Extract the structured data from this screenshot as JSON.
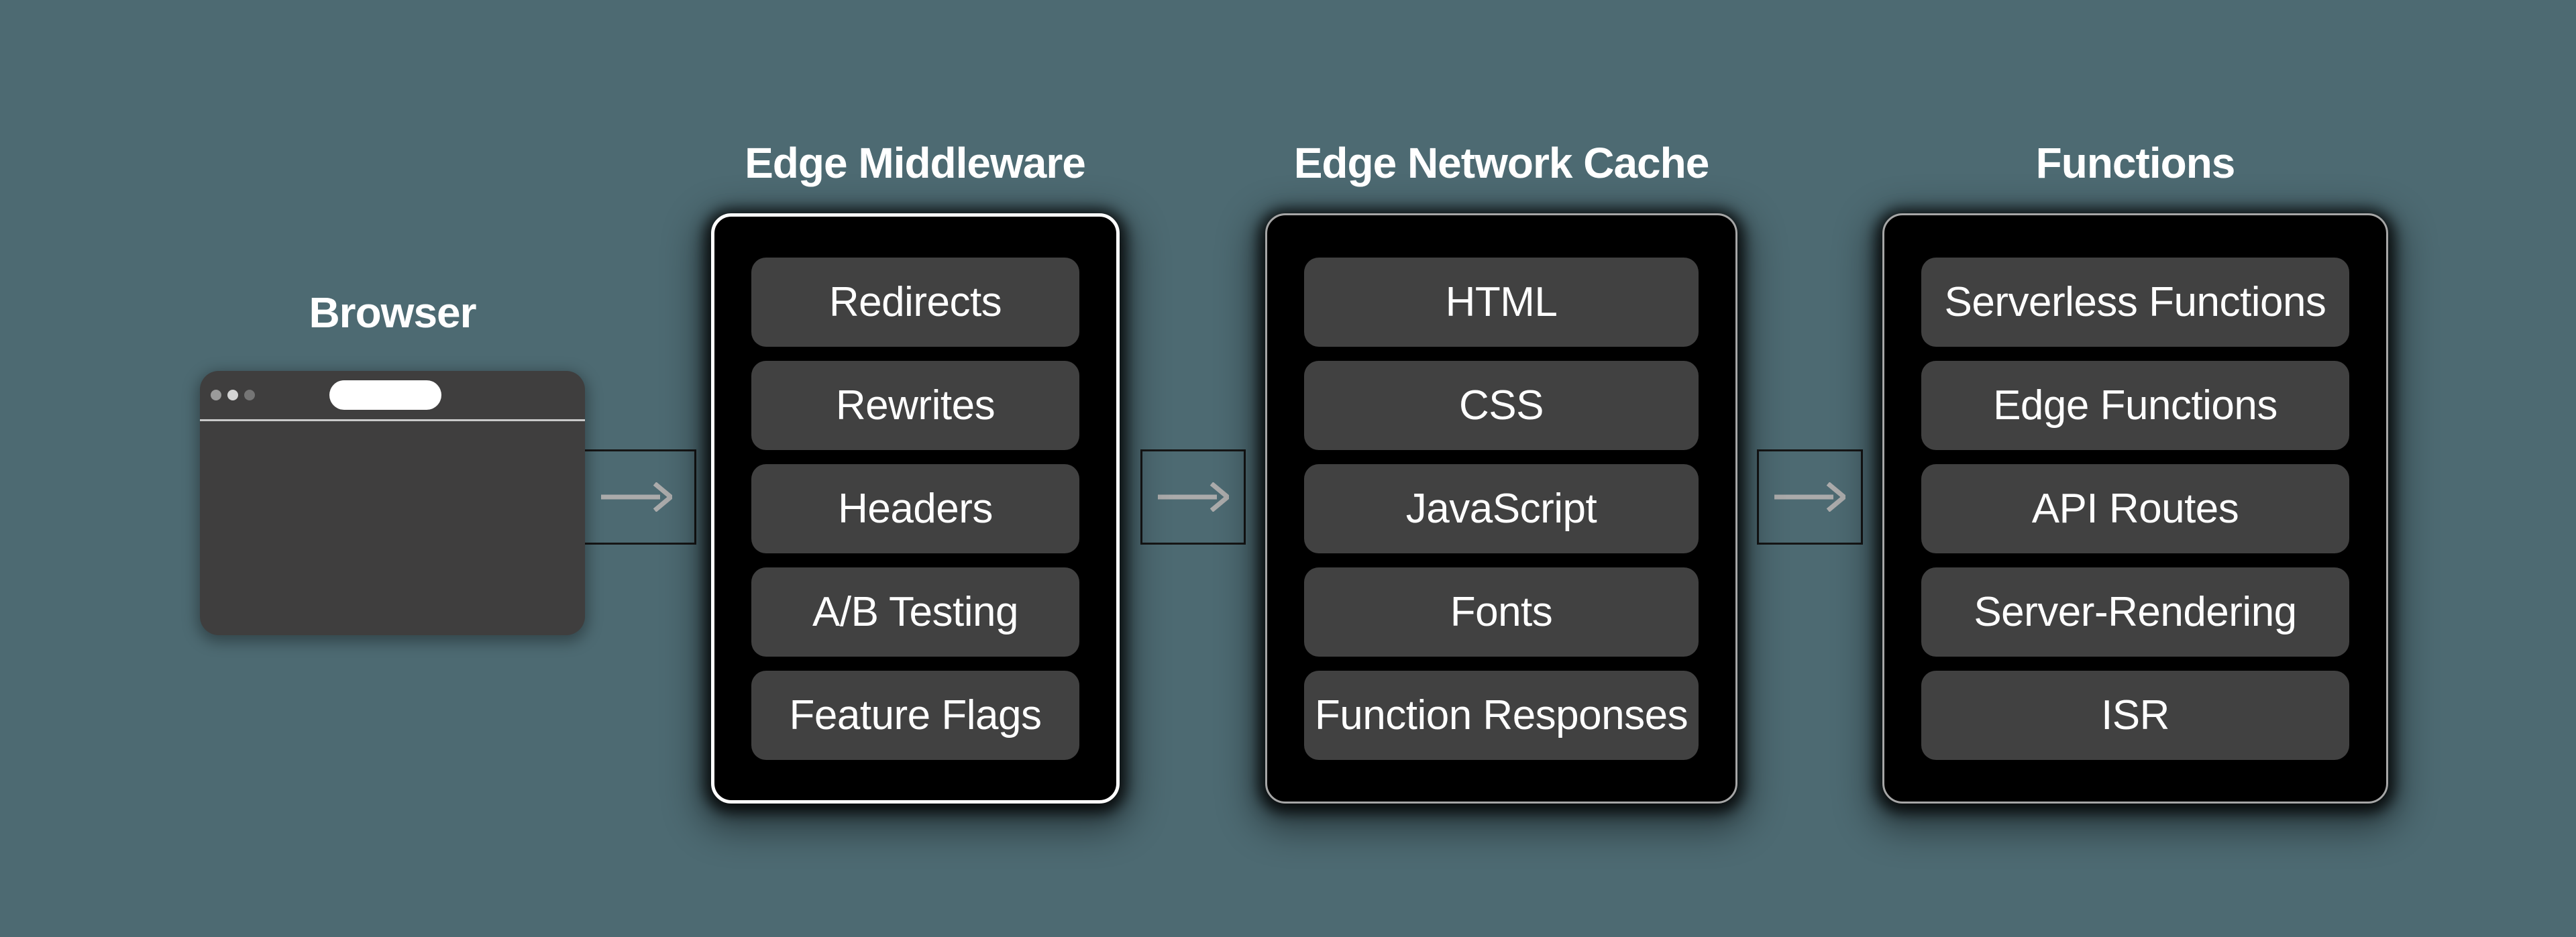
{
  "diagram": {
    "browser": {
      "title": "Browser"
    },
    "columns": [
      {
        "title": "Edge Middleware",
        "highlighted": true,
        "items": [
          "Redirects",
          "Rewrites",
          "Headers",
          "A/B Testing",
          "Feature Flags"
        ]
      },
      {
        "title": "Edge Network Cache",
        "highlighted": false,
        "items": [
          "HTML",
          "CSS",
          "JavaScript",
          "Fonts",
          "Function Responses"
        ]
      },
      {
        "title": "Functions",
        "highlighted": false,
        "items": [
          "Serverless Functions",
          "Edge Functions",
          "API Routes",
          "Server-Rendering",
          "ISR"
        ]
      }
    ],
    "flow": [
      "Browser",
      "Edge Middleware",
      "Edge Network Cache",
      "Functions"
    ]
  },
  "colors": {
    "bg": "#4D6A72",
    "titleText": "#FFFFFF",
    "panelBg": "#000000",
    "mwBorder": "#FFFFFF",
    "panelBorder": "#A6A6A6",
    "rowBg": "#414141",
    "rowText": "#FFFFFF",
    "browserBg": "#3F3E3E",
    "separator": "#C9C9C9",
    "pill": "#FFFFFF",
    "dot1": "#9B9B9B",
    "dot2": "#D4D4D4",
    "dot3": "#757575",
    "connectorLine": "#161616",
    "arrow": "#ABABAB"
  }
}
